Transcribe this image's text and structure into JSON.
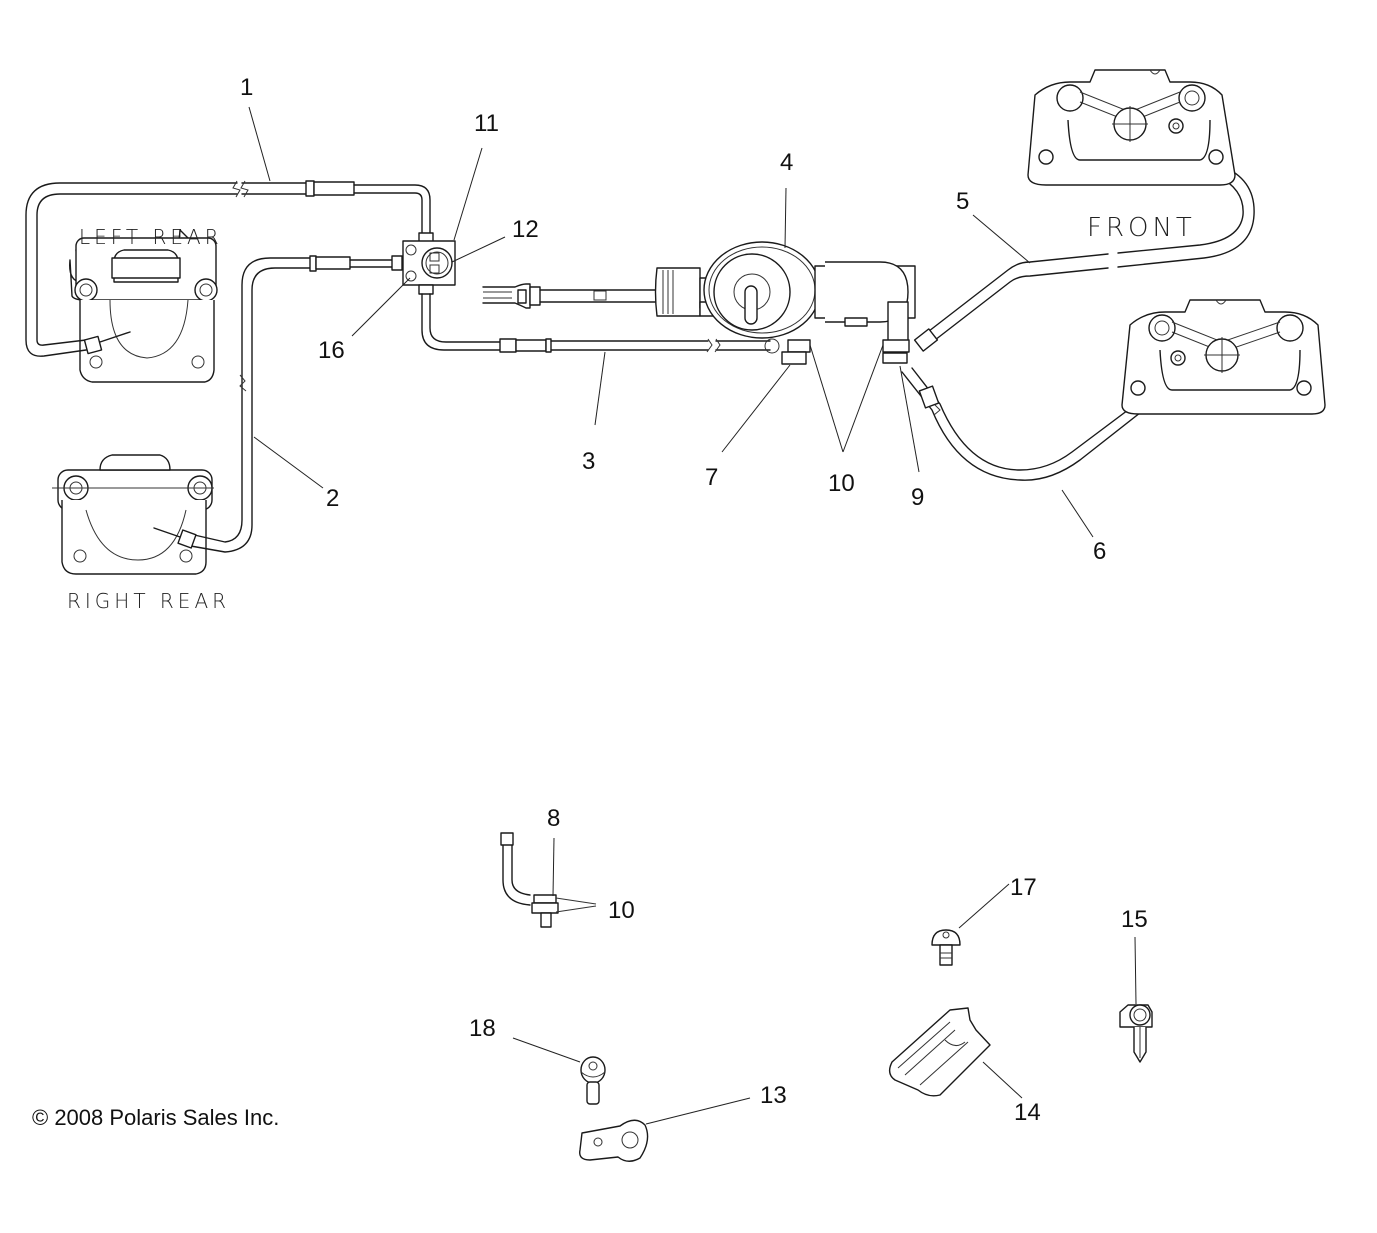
{
  "diagram": {
    "title": "Brake Lines / Master Cylinder Assembly",
    "location_labels": {
      "left_rear": "LEFT REAR",
      "right_rear": "RIGHT REAR",
      "front": "FRONT"
    },
    "copyright": "© 2008 Polaris Sales Inc.",
    "callouts": [
      {
        "id": "c1",
        "number": "1",
        "part": "brake line, left rear"
      },
      {
        "id": "c2",
        "number": "2",
        "part": "brake line, right rear"
      },
      {
        "id": "c3",
        "number": "3",
        "part": "brake line, master cylinder to junction"
      },
      {
        "id": "c4",
        "number": "4",
        "part": "master cylinder"
      },
      {
        "id": "c5",
        "number": "5",
        "part": "brake line, front upper caliper"
      },
      {
        "id": "c6",
        "number": "6",
        "part": "brake line, front lower caliper"
      },
      {
        "id": "c7",
        "number": "7",
        "part": "banjo bolt"
      },
      {
        "id": "c8",
        "number": "8",
        "part": "banjo bolt"
      },
      {
        "id": "c9",
        "number": "9",
        "part": "banjo bolt"
      },
      {
        "id": "c10",
        "number": "10",
        "part": "crush washer"
      },
      {
        "id": "c10b",
        "number": "10",
        "part": "crush washer"
      },
      {
        "id": "c11",
        "number": "11",
        "part": "junction block"
      },
      {
        "id": "c12",
        "number": "12",
        "part": "brake light switch"
      },
      {
        "id": "c13",
        "number": "13",
        "part": "line clamp"
      },
      {
        "id": "c14",
        "number": "14",
        "part": "clip"
      },
      {
        "id": "c15",
        "number": "15",
        "part": "push rivet"
      },
      {
        "id": "c16",
        "number": "16",
        "part": "mounting screw"
      },
      {
        "id": "c17",
        "number": "17",
        "part": "screw"
      },
      {
        "id": "c18",
        "number": "18",
        "part": "screw"
      }
    ]
  }
}
